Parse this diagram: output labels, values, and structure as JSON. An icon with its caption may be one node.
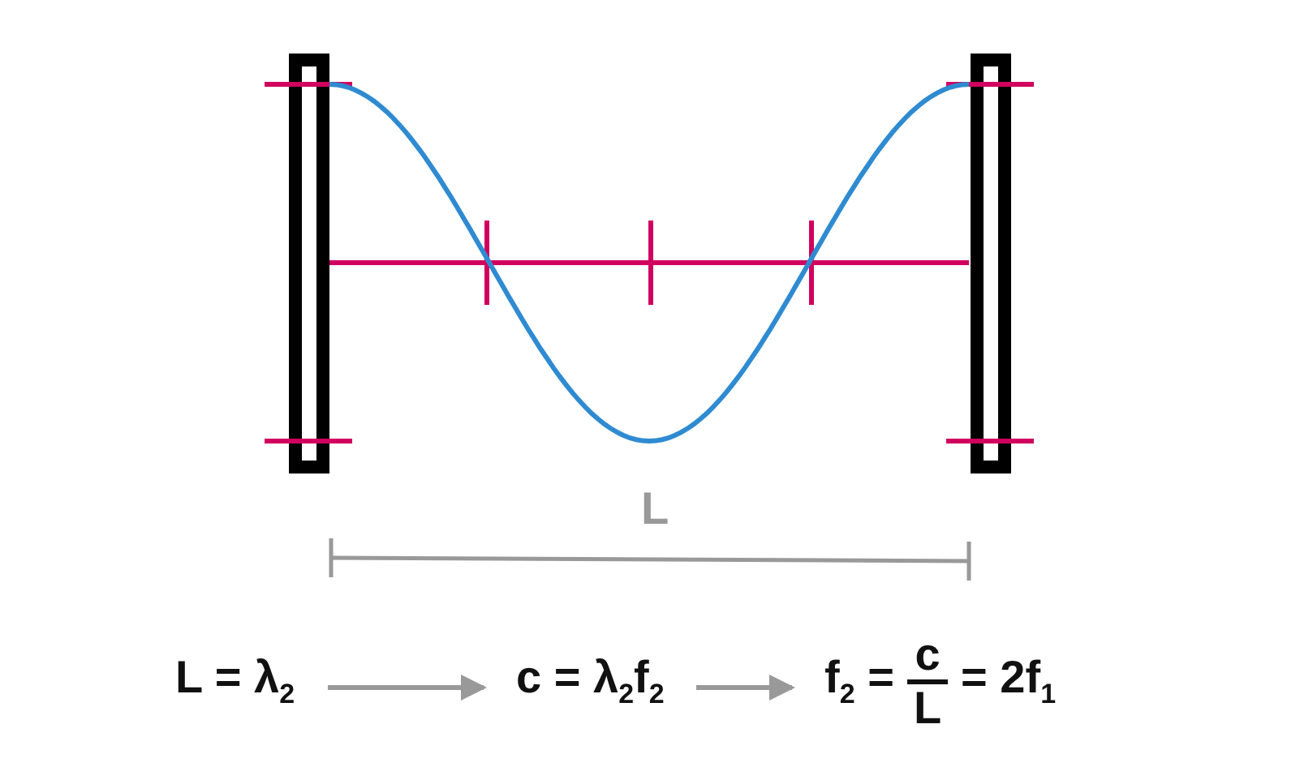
{
  "diagram": {
    "nodes": [
      {
        "text": [
          "L = λ$_{2}$"
        ]
      },
      {
        "text": [
          "c = λ$_{2}$f$_{2}$"
        ]
      },
      {
        "text": [
          "f$_{2}$ =",
          "c",
          "L",
          "= 2f$_{1}$"
        ]
      }
    ],
    "edges": [
      {
        "from": 0,
        "to": 1,
        "arrow": "to"
      },
      {
        "from": 1,
        "to": 2,
        "arrow": "to"
      }
    ],
    "labels": [
      "L"
    ]
  }
}
